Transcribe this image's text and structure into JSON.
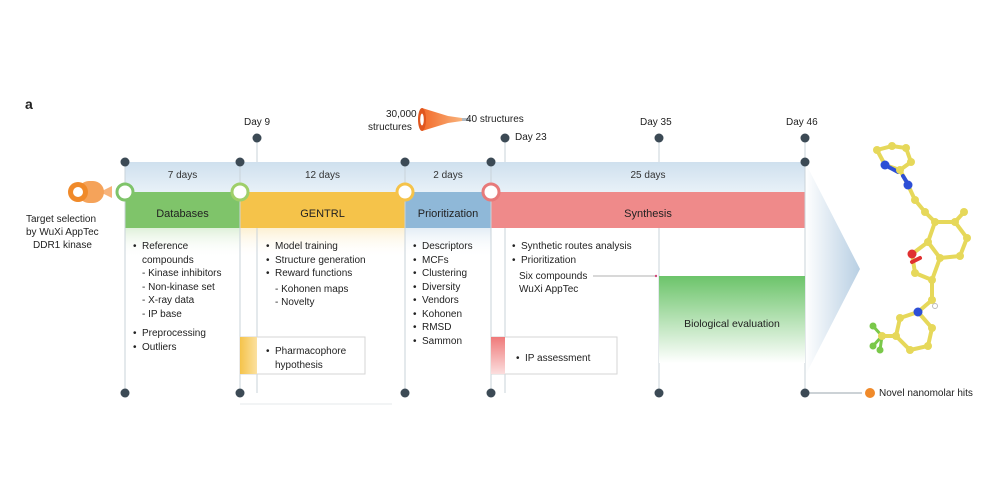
{
  "panel_label": "a",
  "target": {
    "lines": [
      "Target selection",
      "by WuXi AppTec",
      "DDR1 kinase"
    ]
  },
  "day_labels": [
    "Day 9",
    "Day 23",
    "Day 35",
    "Day 46"
  ],
  "funnel": {
    "from": "30,000",
    "from2": "structures",
    "to": "40 structures"
  },
  "stages": [
    {
      "duration": "7 days",
      "name": "Databases"
    },
    {
      "duration": "12 days",
      "name": "GENTRL"
    },
    {
      "duration": "2 days",
      "name": "Prioritization"
    },
    {
      "duration": "25 days",
      "name": "Synthesis"
    }
  ],
  "databases_list": {
    "l1": "Reference",
    "l1b": "compounds",
    "s1": "- Kinase inhibitors",
    "s2": "- Non-kinase set",
    "s3": "- X-ray data",
    "s4": "- IP base",
    "l2": "Preprocessing",
    "l3": "Outliers"
  },
  "gentrl_list": {
    "l1": "Model training",
    "l2": "Structure generation",
    "l3": "Reward functions",
    "s1": "- Kohonen maps",
    "s2": "- Novelty"
  },
  "pharmacophore": {
    "l1": "Pharmacophore",
    "l2": "hypothesis"
  },
  "prior_list": [
    "Descriptors",
    "MCFs",
    "Clustering",
    "Diversity",
    "Vendors",
    "Kohonen",
    "RMSD",
    "Sammon"
  ],
  "synth_list": {
    "l1": "Synthetic routes analysis",
    "l2": "Prioritization",
    "six1": "Six compounds",
    "six2": "WuXi AppTec"
  },
  "ip_assessment": "IP assessment",
  "bio_eval": "Biological evaluation",
  "novel_hits": "Novel nanomolar hits",
  "colors": {
    "databases": "#7fc46a",
    "gentrl": "#f5c34a",
    "prioritization": "#8fb8d8",
    "synthesis": "#ef8a8a",
    "bio": "#6cc46a",
    "timeline_bar": "#b9d3e8",
    "dot": "#3c4a55",
    "orange": "#f08a2a"
  }
}
